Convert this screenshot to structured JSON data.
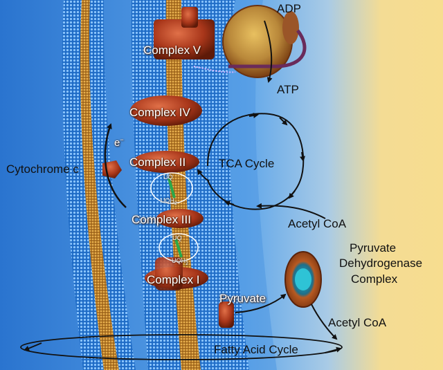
{
  "labels": {
    "adp": "ADP",
    "atp": "ATP",
    "complex_v": "Complex V",
    "complex_iv": "Complex IV",
    "complex_ii": "Complex II",
    "complex_iii": "Complex III",
    "complex_i": "Complex I",
    "electron": "e",
    "electron_sup": "−",
    "cytochrome_c": "Cytochrome c",
    "tca_cycle": "TCA Cycle",
    "uq_1": "UQ",
    "uqh2_1": "UQH",
    "uqh2_1_sub": "2",
    "uq_2": "UQ",
    "uqh2_2": "UQH",
    "uqh2_2_sub": "2",
    "acetyl_coa_1": "Acetyl CoA",
    "pdh_line1": "Pyruvate",
    "pdh_line2": "Dehydrogenase",
    "pdh_line3": "Complex",
    "pyruvate": "Pyruvate",
    "acetyl_coa_2": "Acetyl CoA",
    "fatty_acid_cycle": "Fatty Acid Cycle"
  },
  "colors": {
    "membrane_blue": "#2a7fd6",
    "membrane_gold": "#c98a2a",
    "matrix_blue": "#6fb4ee",
    "background_yellow": "#f7dd8f",
    "complex_red": "#a8361a"
  }
}
